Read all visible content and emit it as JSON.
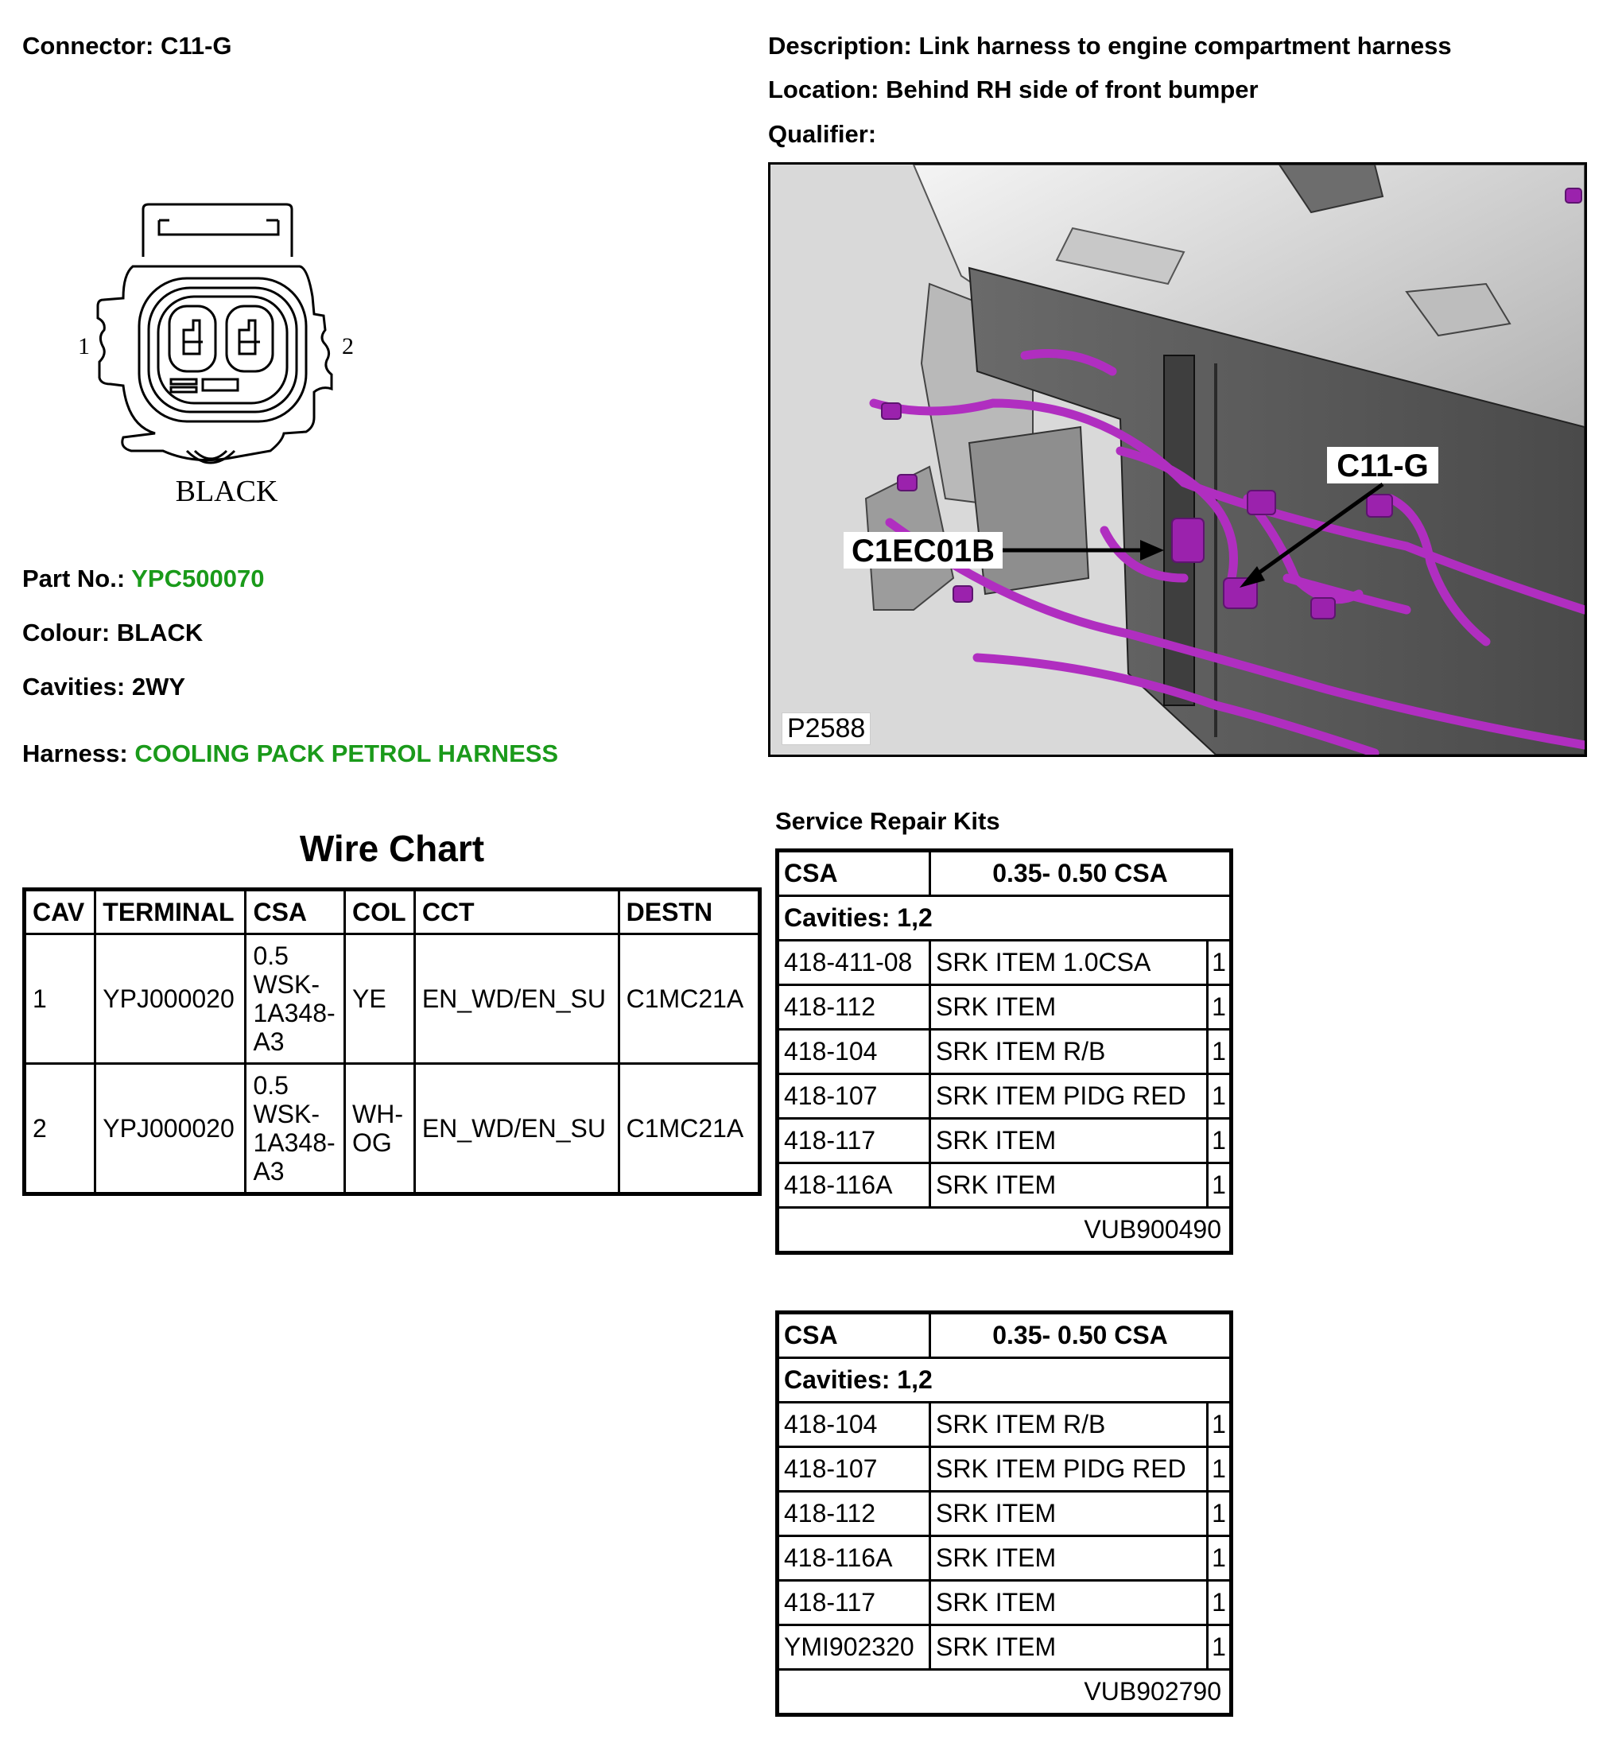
{
  "header": {
    "connector_label": "Connector:",
    "connector_value": "C11-G",
    "description_label": "Description:",
    "description_value": "Link harness to engine compartment harness",
    "location_label": "Location:",
    "location_value": "Behind RH side of front bumper",
    "qualifier_label": "Qualifier:"
  },
  "connector": {
    "pin_left": "1",
    "pin_right": "2",
    "colour_caption": "BLACK"
  },
  "details": {
    "part_label": "Part No.:",
    "part_value": "YPC500070",
    "colour_label": "Colour:",
    "colour_value": "BLACK",
    "cavities_label": "Cavities:",
    "cavities_value": "2WY",
    "harness_label": "Harness:",
    "harness_value": "COOLING PACK PETROL HARNESS",
    "link_color": "#1a9a1a"
  },
  "photo": {
    "callout_c11g": "C11-G",
    "callout_c1ec01b": "C1EC01B",
    "photo_id": "P2588",
    "harness_color": "#b02ec0"
  },
  "wire_chart": {
    "title": "Wire Chart",
    "columns": [
      "CAV",
      "TERMINAL",
      "CSA",
      "COL",
      "CCT",
      "DESTN"
    ],
    "rows": [
      {
        "cav": "1",
        "terminal": "YPJ000020",
        "csa": [
          "0.5",
          "WSK-",
          "1A348-",
          "A3"
        ],
        "col": [
          "YE"
        ],
        "cct": "EN_WD/EN_SU",
        "destn": "C1MC21A"
      },
      {
        "cav": "2",
        "terminal": "YPJ000020",
        "csa": [
          "0.5",
          "WSK-",
          "1A348-",
          "A3"
        ],
        "col": [
          "WH-",
          "OG"
        ],
        "cct": "EN_WD/EN_SU",
        "destn": "C1MC21A"
      }
    ]
  },
  "service_kits": {
    "title": "Service Repair Kits",
    "kits": [
      {
        "csa_label": "CSA",
        "csa_value": "0.35- 0.50 CSA",
        "cavities": "Cavities: 1,2",
        "items": [
          {
            "part": "418-411-08",
            "desc": "SRK ITEM 1.0CSA",
            "qty": "1"
          },
          {
            "part": "418-112",
            "desc": "SRK ITEM",
            "qty": "1"
          },
          {
            "part": "418-104",
            "desc": "SRK ITEM R/B",
            "qty": "1"
          },
          {
            "part": "418-107",
            "desc": "SRK ITEM PIDG RED",
            "qty": "1"
          },
          {
            "part": "418-117",
            "desc": "SRK ITEM",
            "qty": "1"
          },
          {
            "part": "418-116A",
            "desc": "SRK ITEM",
            "qty": "1"
          }
        ],
        "kit_ref": "VUB900490"
      },
      {
        "csa_label": "CSA",
        "csa_value": "0.35- 0.50 CSA",
        "cavities": "Cavities: 1,2",
        "items": [
          {
            "part": "418-104",
            "desc": "SRK ITEM R/B",
            "qty": "1"
          },
          {
            "part": "418-107",
            "desc": "SRK ITEM PIDG RED",
            "qty": "1"
          },
          {
            "part": "418-112",
            "desc": "SRK ITEM",
            "qty": "1"
          },
          {
            "part": "418-116A",
            "desc": "SRK ITEM",
            "qty": "1"
          },
          {
            "part": "418-117",
            "desc": "SRK ITEM",
            "qty": "1"
          },
          {
            "part": "YMI902320",
            "desc": "SRK ITEM",
            "qty": "1"
          }
        ],
        "kit_ref": "VUB902790"
      }
    ]
  }
}
